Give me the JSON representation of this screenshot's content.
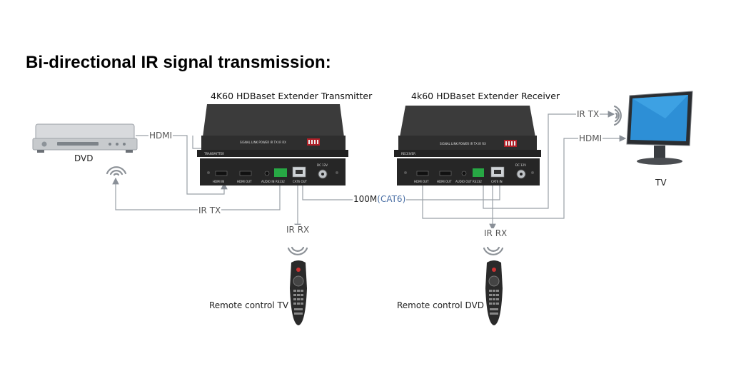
{
  "heading": "Bi-directional IR signal transmission:",
  "transmitter": {
    "title": "4K60 HDBaset Extender Transmitter",
    "top_text": "SIGNAL LINK  POWER  IR TX    IR RX",
    "side_label": "TRANSMITTER",
    "ports": [
      "HDMI IN",
      "HDMI OUT",
      "AUDIO IN",
      "RS232",
      "CAT6 OUT",
      "DC 12V"
    ]
  },
  "receiver": {
    "title": "4k60 HDBaset Extender Receiver",
    "top_text": "SIGNAL LINK  POWER  IR TX    IR RX",
    "side_label": "RECEIVER",
    "ports": [
      "HDMI OUT",
      "HDMI OUT",
      "AUDIO OUT",
      "RS232",
      "CAT6 IN",
      "DC 12V"
    ]
  },
  "devices": {
    "dvd": "DVD",
    "tv": "TV",
    "remote_left": "Remote control TV",
    "remote_right": "Remote control DVD"
  },
  "links": {
    "hdmi_left": "HDMI",
    "ir_tx_left": "IR TX",
    "ir_rx_left": "IR RX",
    "cable_main": "100M",
    "cable_type": "(CAT6)",
    "ir_tx_right": "IR TX",
    "hdmi_right": "HDMI",
    "ir_rx_right": "IR RX"
  },
  "colors": {
    "wire": "#9aa0a6",
    "cable_type_text": "#4a6fa5",
    "box_dark": "#2b2b2b",
    "box_mid": "#3a3a3a"
  }
}
